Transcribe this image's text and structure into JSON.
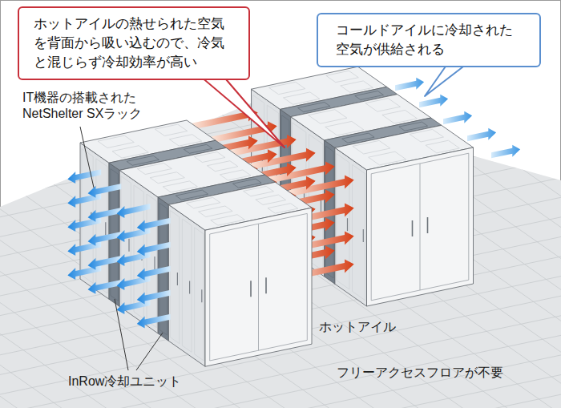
{
  "diagram": {
    "nodes": [
      {
        "text": [
          "ホットアイルの熱せられた空気 を背面から吸い込むので、冷気 と混じらず冷却効率が高い"
        ]
      },
      {
        "text": [
          "コールドアイルに冷却された 空気が供給される"
        ]
      }
    ],
    "labels": [
      "IT機器の搭載された NetShelter SXラック",
      "InRow冷却ユニット",
      "ホットアイル",
      "フリーアクセスフロアが不要"
    ]
  }
}
